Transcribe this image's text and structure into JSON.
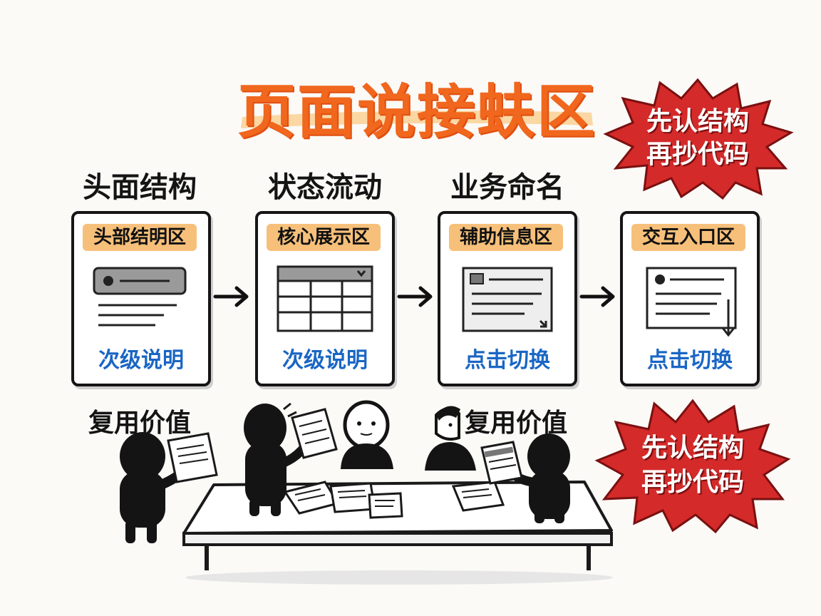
{
  "title": "页面说接蚨区",
  "columns": [
    {
      "heading": "头面结构",
      "label": "头部结明区",
      "caption": "次级说明",
      "illustration": "list-card-icon"
    },
    {
      "heading": "状态流动",
      "label": "核心展示区",
      "caption": "次级说明",
      "illustration": "table-grid-icon"
    },
    {
      "heading": "业务命名",
      "label": "辅助信息区",
      "caption": "点击切换",
      "illustration": "document-card-icon"
    },
    {
      "heading": "",
      "label": "交互入口区",
      "caption": "点击切换",
      "illustration": "scroll-list-icon"
    }
  ],
  "bursts": [
    {
      "line1": "先认结构",
      "line2": "再抄代码"
    },
    {
      "line1": "先认结构",
      "line2": "再抄代码"
    }
  ],
  "reuse_labels": [
    "复用价值",
    "复用价值"
  ],
  "colors": {
    "title": "#f0671d",
    "highlight": "#f7c07a",
    "caption": "#1a66c4",
    "burst": "#d42a2a"
  }
}
